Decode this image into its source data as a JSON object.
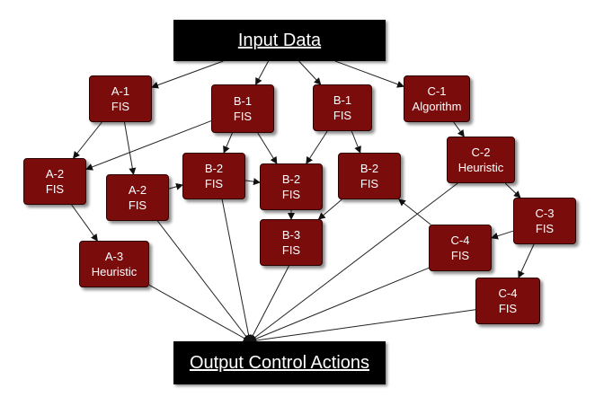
{
  "input_label": "Input Data",
  "output_label": "Output Control Actions",
  "nodes": [
    {
      "id": "a1",
      "line1": "A-1",
      "line2": "FIS"
    },
    {
      "id": "b1l",
      "line1": "B-1",
      "line2": "FIS"
    },
    {
      "id": "b1r",
      "line1": "B-1",
      "line2": "FIS"
    },
    {
      "id": "c1",
      "line1": "C-1",
      "line2": "Algorithm"
    },
    {
      "id": "a2l",
      "line1": "A-2",
      "line2": "FIS"
    },
    {
      "id": "a2r",
      "line1": "A-2",
      "line2": "FIS"
    },
    {
      "id": "b2l",
      "line1": "B-2",
      "line2": "FIS"
    },
    {
      "id": "b2m",
      "line1": "B-2",
      "line2": "FIS"
    },
    {
      "id": "b2r",
      "line1": "B-2",
      "line2": "FIS"
    },
    {
      "id": "c2",
      "line1": "C-2",
      "line2": "Heuristic"
    },
    {
      "id": "a3",
      "line1": "A-3",
      "line2": "Heuristic"
    },
    {
      "id": "b3",
      "line1": "B-3",
      "line2": "FIS"
    },
    {
      "id": "c3",
      "line1": "C-3",
      "line2": "FIS"
    },
    {
      "id": "c4a",
      "line1": "C-4",
      "line2": "FIS"
    },
    {
      "id": "c4b",
      "line1": "C-4",
      "line2": "FIS"
    }
  ],
  "edges": [
    [
      "input",
      "a1"
    ],
    [
      "input",
      "b1l"
    ],
    [
      "input",
      "b1r"
    ],
    [
      "input",
      "c1"
    ],
    [
      "a1",
      "a2l"
    ],
    [
      "a1",
      "a2r"
    ],
    [
      "b1l",
      "a2l"
    ],
    [
      "b1l",
      "b2l"
    ],
    [
      "b1l",
      "b2m"
    ],
    [
      "b1r",
      "b2m"
    ],
    [
      "b1r",
      "b2r"
    ],
    [
      "c1",
      "c2"
    ],
    [
      "a2l",
      "a3"
    ],
    [
      "a2r",
      "b2l"
    ],
    [
      "b2l",
      "b2m"
    ],
    [
      "b2m",
      "b3"
    ],
    [
      "b2r",
      "b3"
    ],
    [
      "c2",
      "c3"
    ],
    [
      "c3",
      "c4a"
    ],
    [
      "c3",
      "c4b"
    ],
    [
      "c4a",
      "b2r"
    ],
    [
      "a3",
      "output"
    ],
    [
      "a2r",
      "output"
    ],
    [
      "b2l",
      "output"
    ],
    [
      "b3",
      "output"
    ],
    [
      "c2",
      "output"
    ],
    [
      "c4a",
      "output"
    ],
    [
      "c4b",
      "output"
    ]
  ]
}
